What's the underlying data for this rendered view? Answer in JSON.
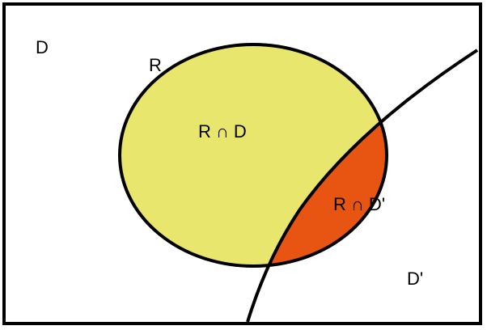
{
  "labels": {
    "universe_left": "D",
    "circle": "R",
    "intersection": "R ∩ D",
    "intersection_complement": "R ∩ D'",
    "universe_right": "D'"
  },
  "colors": {
    "frame": "#000000",
    "intersection_fill": "#e8e66c",
    "intersection_complement_fill": "#e85512",
    "background": "#ffffff"
  }
}
